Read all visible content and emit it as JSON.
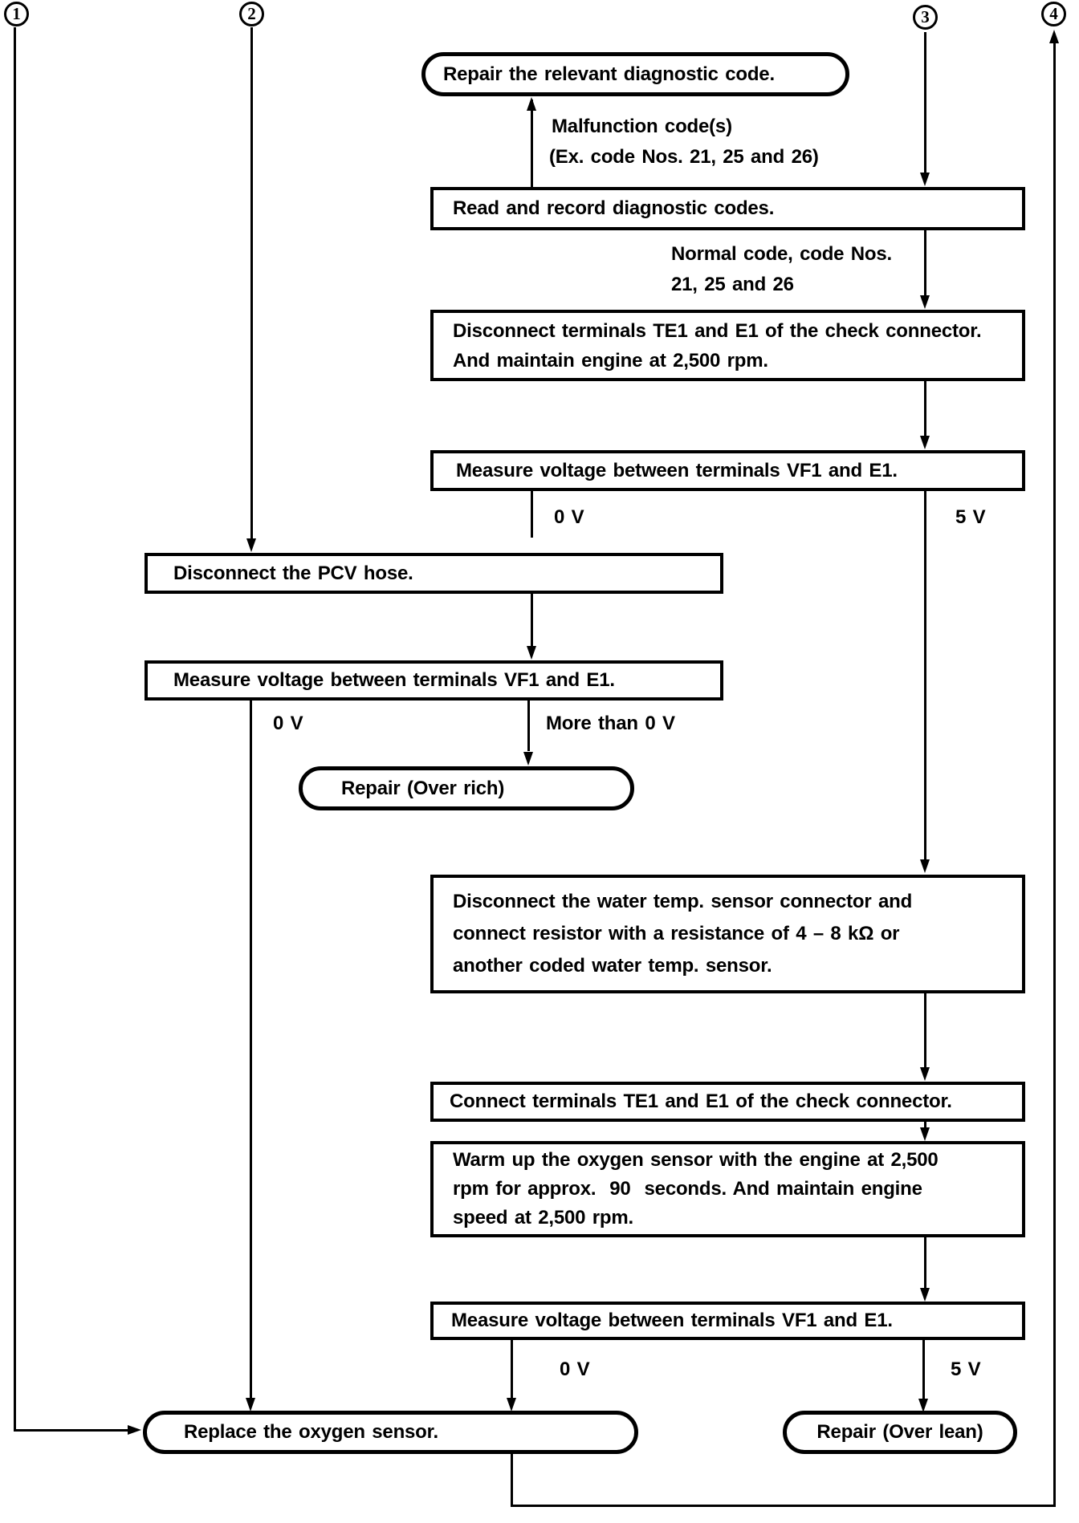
{
  "connectors": {
    "c1": "1",
    "c2": "2",
    "c3": "3",
    "c4": "4"
  },
  "nodes": {
    "repair_relevant": {
      "text": "Repair the relevant diagnostic code."
    },
    "read_codes": {
      "text": "Read and record diagnostic codes."
    },
    "disconnect_te1_e1": {
      "lines": [
        "Disconnect terminals TE1 and E1 of the check connector.",
        "And maintain engine at 2,500 rpm."
      ]
    },
    "measure_vf1_e1_1": {
      "text": "Measure voltage between terminals VF1 and E1."
    },
    "disconnect_pcv": {
      "text": "Disconnect the PCV hose."
    },
    "measure_vf1_e1_2": {
      "text": "Measure voltage between terminals VF1 and E1."
    },
    "repair_over_rich": {
      "text": "Repair (Over rich)"
    },
    "water_temp_resistor": {
      "lines": [
        "Disconnect the water temp. sensor connector and",
        "connect resistor with a resistance of 4 – 8 kΩ or",
        "another coded water temp. sensor."
      ]
    },
    "connect_te1_e1": {
      "text": "Connect terminals TE1 and E1 of the check connector."
    },
    "warm_up_sensor": {
      "lines": [
        "Warm up the oxygen sensor with the engine at 2,500",
        "rpm for approx.  90  seconds. And maintain engine",
        "speed at 2,500 rpm."
      ]
    },
    "measure_vf1_e1_3": {
      "text": "Measure voltage between terminals VF1 and E1."
    },
    "replace_oxygen_sensor": {
      "text": "Replace the oxygen sensor."
    },
    "repair_over_lean": {
      "text": "Repair (Over lean)"
    }
  },
  "edge_labels": {
    "malfunction_line1": "Malfunction code(s)",
    "malfunction_line2": "(Ex. code Nos. 21, 25 and 26)",
    "normal_line1": "Normal code, code Nos.",
    "normal_line2": "21, 25 and 26",
    "measure1_zero": "0 V",
    "measure1_five": "5 V",
    "measure2_zero": "0 V",
    "measure2_more": "More than 0 V",
    "measure3_zero": "0 V",
    "measure3_five": "5 V"
  }
}
